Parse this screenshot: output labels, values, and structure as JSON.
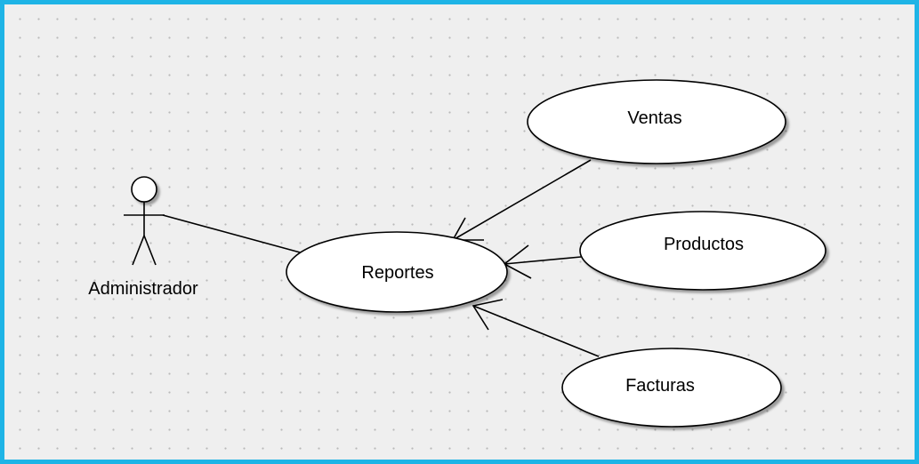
{
  "diagram": {
    "actors": [
      {
        "id": "admin",
        "label": "Administrador"
      }
    ],
    "use_cases": [
      {
        "id": "reportes",
        "label": "Reportes"
      },
      {
        "id": "ventas",
        "label": "Ventas"
      },
      {
        "id": "productos",
        "label": "Productos"
      },
      {
        "id": "facturas",
        "label": "Facturas"
      }
    ],
    "relations": [
      {
        "from": "admin",
        "to": "reportes",
        "type": "association"
      },
      {
        "from": "ventas",
        "to": "reportes",
        "type": "directed"
      },
      {
        "from": "productos",
        "to": "reportes",
        "type": "directed"
      },
      {
        "from": "facturas",
        "to": "reportes",
        "type": "directed"
      }
    ]
  },
  "colors": {
    "border": "#1eb4e6",
    "canvas": "#efefef",
    "grid_dot": "#b9b9b9",
    "stroke": "#000000",
    "shadow": "#a0a0a0"
  }
}
